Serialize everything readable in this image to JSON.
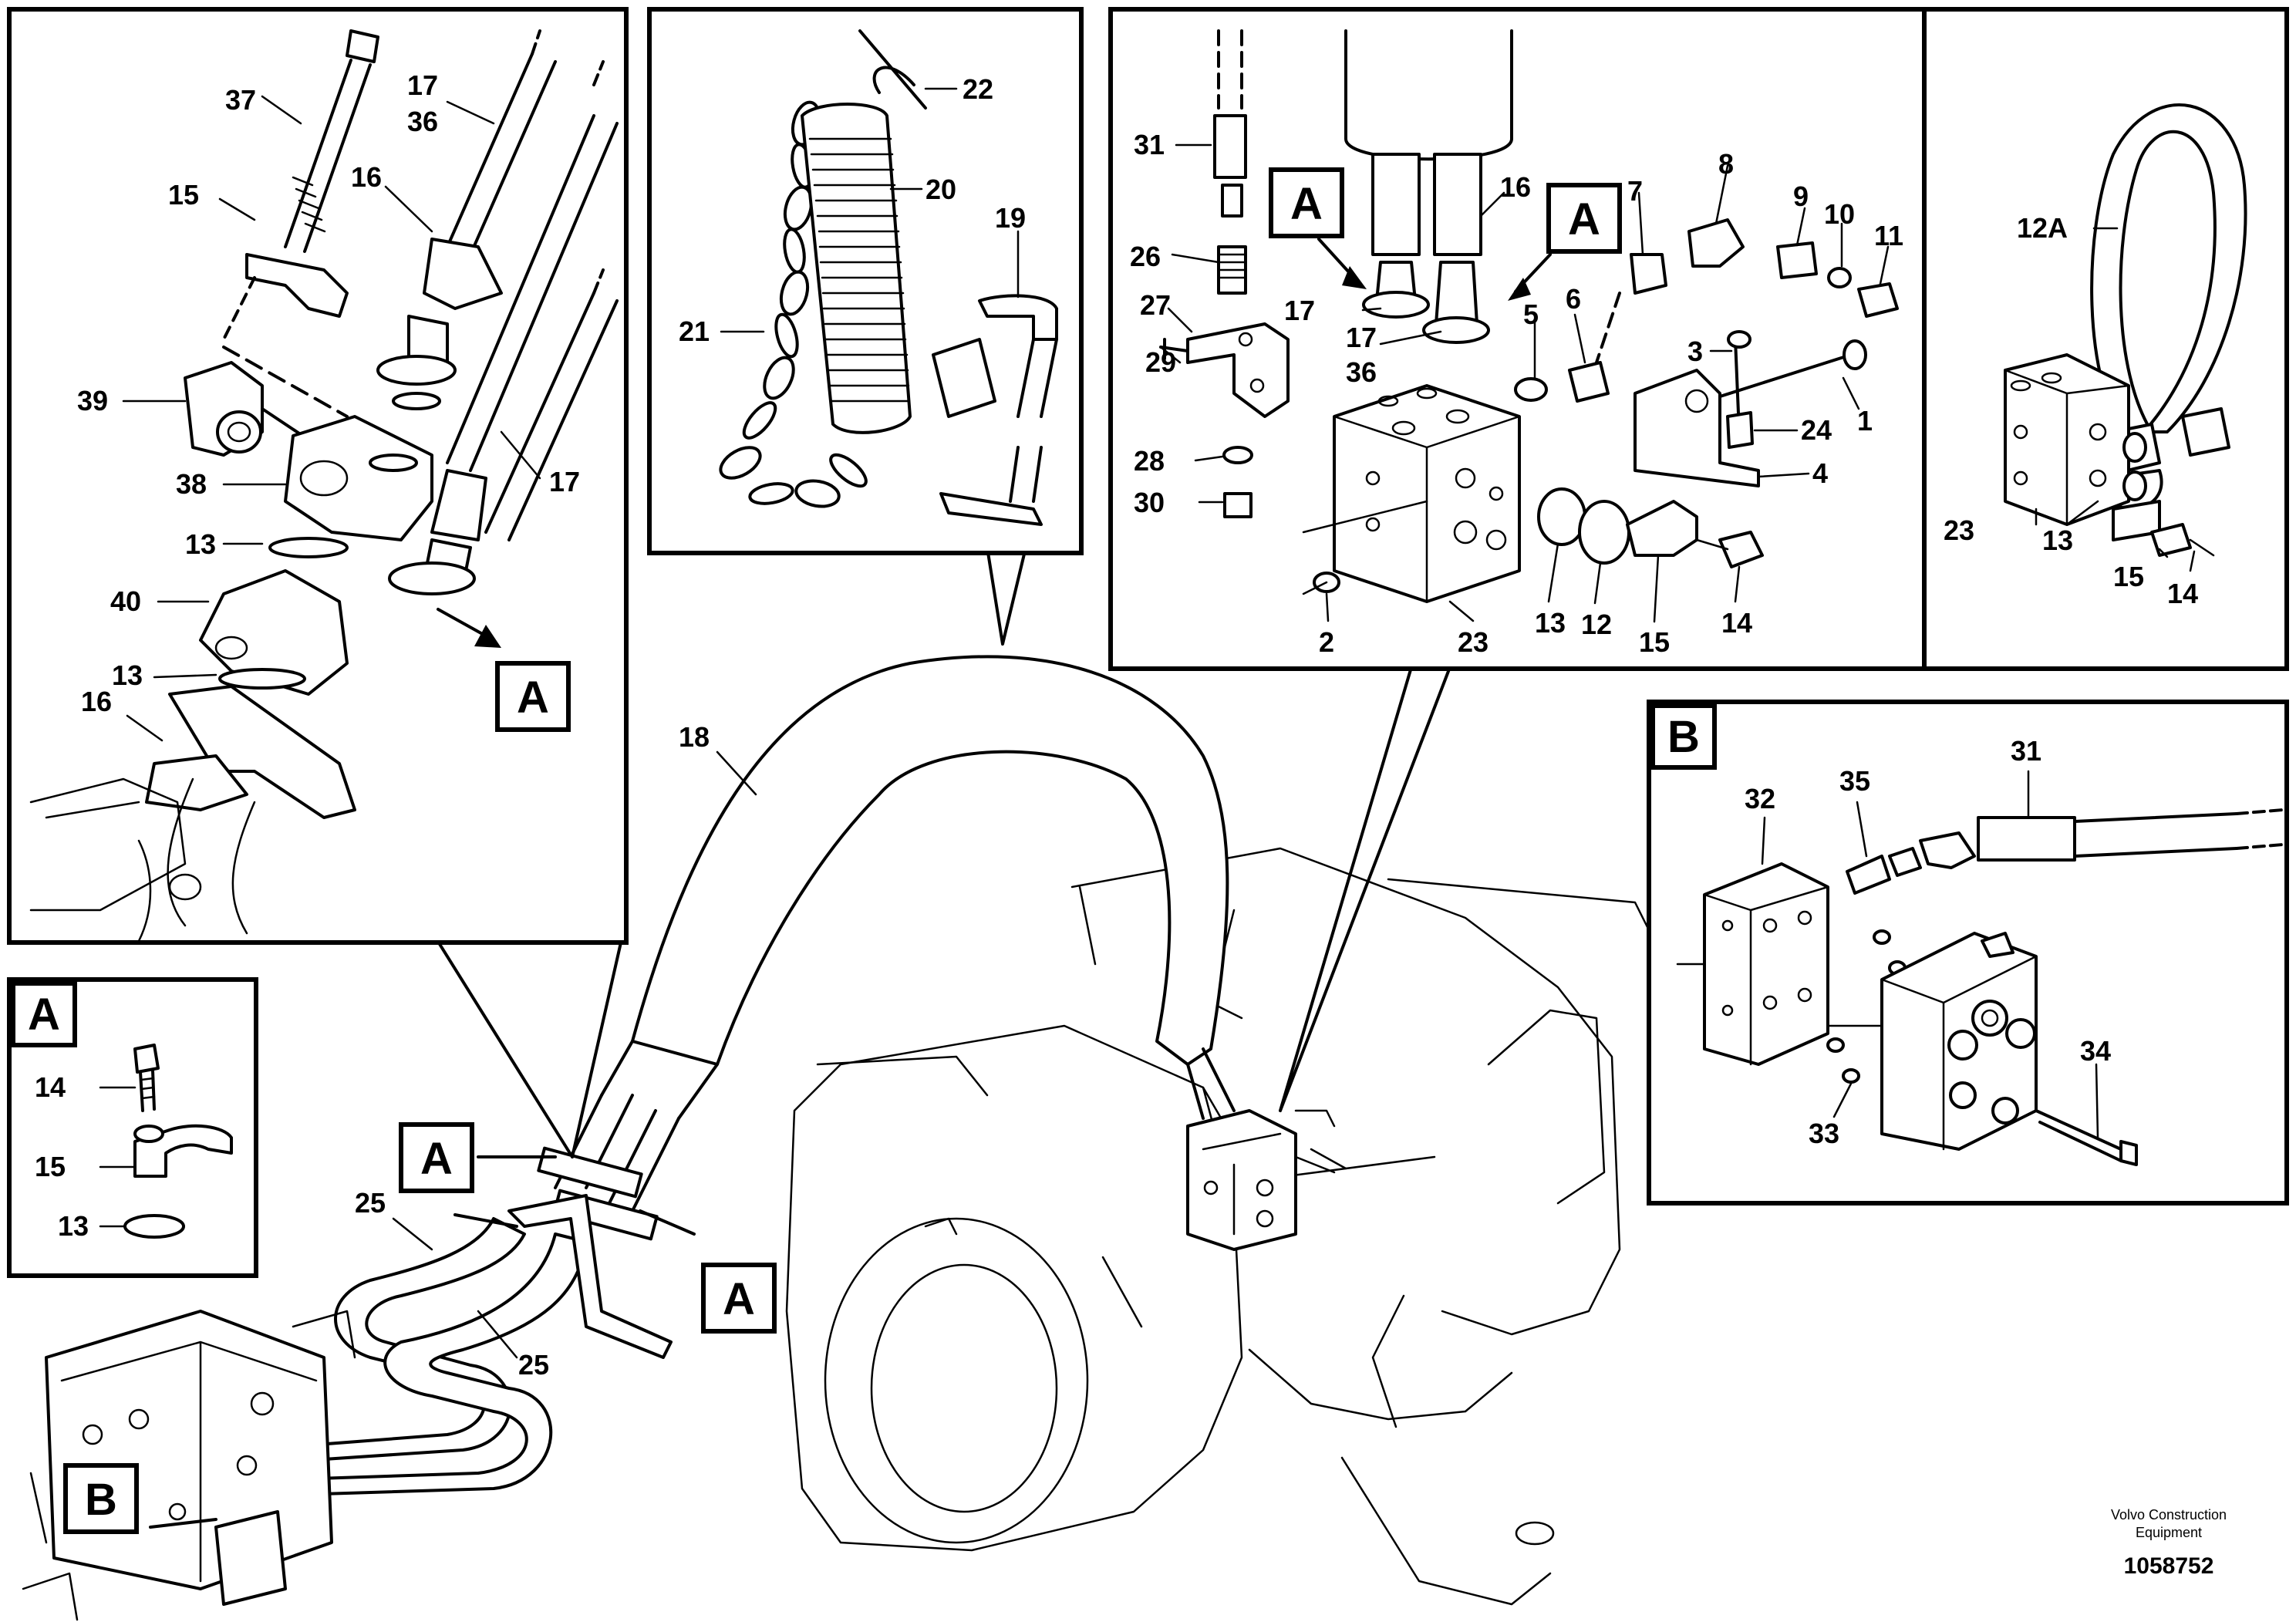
{
  "title": "",
  "panels": {
    "detail_a_top_left": {
      "tag": "A"
    },
    "chain_spring": {},
    "valve_block": {
      "tags": [
        "A",
        "A"
      ]
    },
    "hose_12a": {},
    "detail_b": {
      "tag": "B"
    },
    "small_a": {
      "tag": "A"
    }
  },
  "overview": {
    "tags": [
      "A",
      "A",
      "B"
    ]
  },
  "labels": {
    "p37": "37",
    "p17a": "17",
    "p36a": "36",
    "p15a": "15",
    "p16a": "16",
    "p39": "39",
    "p38": "38",
    "p13a": "13",
    "p17b": "17",
    "p40": "40",
    "p13b": "13",
    "p16b": "16",
    "p22": "22",
    "p20": "20",
    "p19": "19",
    "p21": "21",
    "p31a": "31",
    "p26": "26",
    "p27": "27",
    "p29": "29",
    "p28": "28",
    "p30": "30",
    "p16c": "16",
    "p17c": "17",
    "p17d": "17",
    "p36b": "36",
    "p7": "7",
    "p8": "8",
    "p9": "9",
    "p10": "10",
    "p11": "11",
    "p5": "5",
    "p6": "6",
    "p3": "3",
    "p1": "1",
    "p24": "24",
    "p4": "4",
    "p2": "2",
    "p23a": "23",
    "p13c": "13",
    "p12": "12",
    "p15b": "15",
    "p14a": "14",
    "p12A": "12A",
    "p23b": "23",
    "p13d": "13",
    "p15c": "15",
    "p14b": "14",
    "p32": "32",
    "p35": "35",
    "p31b": "31",
    "p34": "34",
    "p33": "33",
    "p14c": "14",
    "p15d": "15",
    "p13e": "13",
    "p18": "18",
    "p25a": "25",
    "p25b": "25"
  },
  "footer": {
    "brand_line1": "Volvo Construction",
    "brand_line2": "Equipment",
    "doc_number": "1058752"
  }
}
